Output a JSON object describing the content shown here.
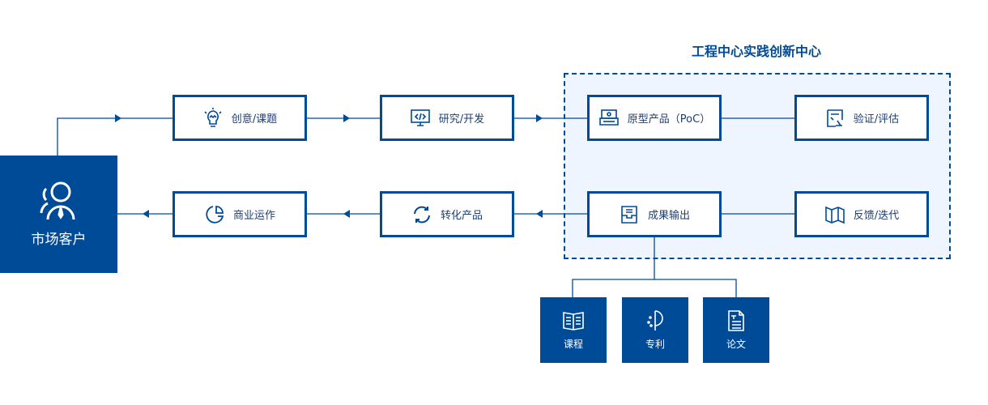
{
  "title": "工程中心实践创新中心",
  "customer": "市场客户",
  "row1": [
    "创意/课题",
    "研究/开发",
    "原型产品（PoC）",
    "验证/评估"
  ],
  "row2": [
    "商业运作",
    "转化产品",
    "成果输出",
    "反馈/迭代"
  ],
  "outputs": [
    "课程",
    "专利",
    "论文"
  ],
  "colors": {
    "primary": "#004b97",
    "region_bg": "#eef5fe"
  }
}
